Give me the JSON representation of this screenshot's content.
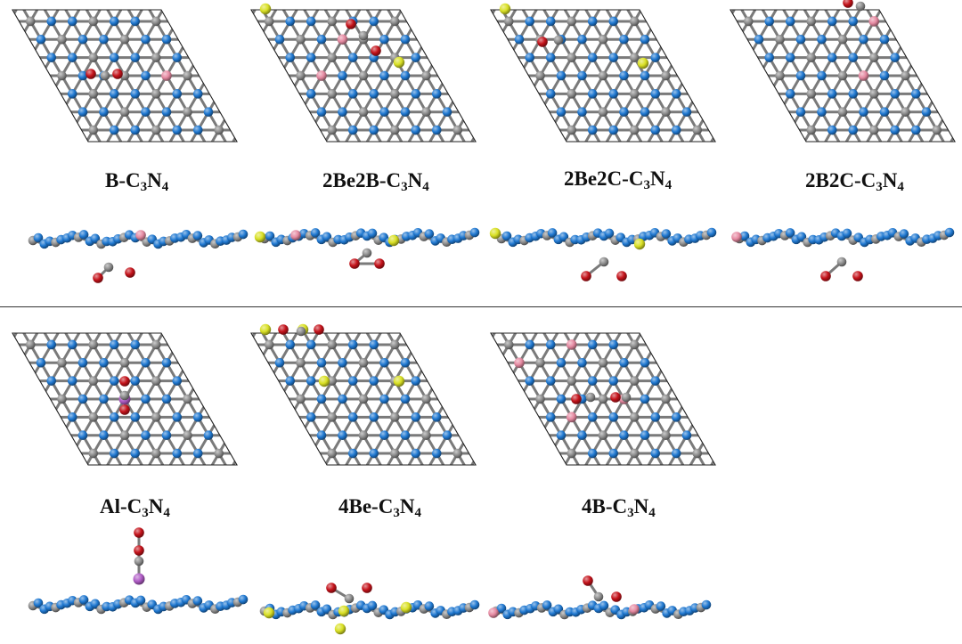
{
  "colors": {
    "nitrogen": "#1f78d1",
    "carbon": "#8c8c8c",
    "boron": "#e68aa2",
    "beryllium": "#d9e024",
    "oxygen": "#c4121a",
    "aluminum": "#b05cc6",
    "cell_outline": "#222222",
    "background": "#ffffff"
  },
  "panels": [
    {
      "id": "b",
      "label": {
        "prefix": "B-C",
        "sub1": "3",
        "mid": "N",
        "sub2": "4"
      },
      "top_view": {
        "dopants": [
          [
            2,
            0,
            "boron"
          ]
        ],
        "extra": [
          [
            "carbon",
            -22,
            0
          ],
          [
            "oxygen",
            -38,
            -2
          ],
          [
            "oxygen",
            -8,
            -2
          ]
        ]
      },
      "side_view": {
        "atoms": [
          [
            "boron",
            6,
            -6
          ],
          [
            "carbon",
            -30,
            30
          ],
          [
            "oxygen",
            -42,
            42
          ],
          [
            "oxygen",
            -6,
            36
          ]
        ]
      }
    },
    {
      "id": "2be2b",
      "label": {
        "prefix": "2Be2B-C",
        "sub1": "3",
        "mid": "N",
        "sub2": "4"
      },
      "top_view": {
        "dopants": [
          [
            0,
            -2,
            "boron"
          ],
          [
            -2,
            0,
            "boron"
          ]
        ],
        "extra": [
          [
            "beryllium",
            -110,
            -75
          ],
          [
            "beryllium",
            40,
            -15
          ],
          [
            "carbon",
            0,
            -45
          ],
          [
            "oxygen",
            -14,
            -58
          ],
          [
            "oxygen",
            14,
            -28
          ]
        ]
      },
      "side_view": {
        "atoms": [
          [
            "boron",
            -80,
            -4
          ],
          [
            "beryllium",
            -120,
            -2
          ],
          [
            "beryllium",
            30,
            2
          ],
          [
            "carbon",
            0,
            16
          ],
          [
            "oxygen",
            -14,
            28
          ],
          [
            "oxygen",
            14,
            28
          ]
        ]
      }
    },
    {
      "id": "2be2c",
      "label": {
        "prefix": "2Be2C-C",
        "sub1": "3",
        "mid": "N",
        "sub2": "4"
      },
      "top_view": {
        "dopants": [],
        "extra": [
          [
            "beryllium",
            -110,
            -75
          ],
          [
            "beryllium",
            45,
            -14
          ],
          [
            "oxygen",
            -68,
            -38
          ],
          [
            "carbon",
            -50,
            -40
          ]
        ]
      },
      "side_view": {
        "atoms": [
          [
            "beryllium",
            -122,
            -6
          ],
          [
            "beryllium",
            40,
            6
          ],
          [
            "carbon",
            0,
            26
          ],
          [
            "oxygen",
            -20,
            42
          ],
          [
            "oxygen",
            20,
            42
          ]
        ]
      }
    },
    {
      "id": "2b2c",
      "label": {
        "prefix": "2B2C-C",
        "sub1": "3",
        "mid": "N",
        "sub2": "4"
      },
      "top_view": {
        "dopants": [
          [
            3,
            -3,
            "boron"
          ],
          [
            1,
            0,
            "boron"
          ]
        ],
        "extra": [
          [
            "oxygen",
            6,
            -82
          ],
          [
            "carbon",
            20,
            -78
          ]
        ]
      },
      "side_view": {
        "atoms": [
          [
            "boron",
            -118,
            -2
          ],
          [
            "carbon",
            0,
            26
          ],
          [
            "oxygen",
            -18,
            42
          ],
          [
            "oxygen",
            18,
            42
          ]
        ]
      }
    },
    {
      "id": "al",
      "label": {
        "prefix": "Al-C",
        "sub1": "3",
        "mid": "N",
        "sub2": "4"
      },
      "top_view": {
        "dopants": [
          [
            0,
            0,
            "aluminum"
          ]
        ],
        "extra": [
          [
            "oxygen",
            0,
            -20
          ],
          [
            "carbon",
            0,
            -4
          ],
          [
            "oxygen",
            0,
            12
          ]
        ]
      },
      "side_view": {
        "atoms": [
          [
            "aluminum",
            4,
            -30
          ],
          [
            "carbon",
            4,
            -50
          ],
          [
            "oxygen",
            4,
            -62
          ],
          [
            "oxygen",
            4,
            -82
          ]
        ]
      }
    },
    {
      "id": "4be",
      "label": {
        "prefix": "4Be-C",
        "sub1": "3",
        "mid": "N",
        "sub2": "4"
      },
      "top_view": {
        "dopants": [],
        "extra": [
          [
            "beryllium",
            -110,
            -78
          ],
          [
            "beryllium",
            -68,
            -78
          ],
          [
            "beryllium",
            -44,
            -20
          ],
          [
            "beryllium",
            40,
            -20
          ],
          [
            "oxygen",
            -90,
            -78
          ],
          [
            "carbon",
            -70,
            -76
          ],
          [
            "oxygen",
            -50,
            -78
          ]
        ]
      },
      "side_view": {
        "atoms": [
          [
            "beryllium",
            -110,
            2
          ],
          [
            "beryllium",
            -26,
            0
          ],
          [
            "beryllium",
            44,
            -4
          ],
          [
            "beryllium",
            -30,
            20
          ],
          [
            "carbon",
            -20,
            -14
          ],
          [
            "oxygen",
            -40,
            -26
          ],
          [
            "oxygen",
            0,
            -26
          ]
        ]
      }
    },
    {
      "id": "4b",
      "label": {
        "prefix": "4B-C",
        "sub1": "3",
        "mid": "N",
        "sub2": "4"
      },
      "top_view": {
        "dopants": [
          [
            -3,
            -2,
            "boron"
          ],
          [
            0,
            -3,
            "boron"
          ],
          [
            -2,
            1,
            "boron"
          ],
          [
            1,
            0,
            "boron"
          ]
        ],
        "extra": [
          [
            "oxygen",
            -30,
            0
          ],
          [
            "carbon",
            -14,
            -2
          ],
          [
            "oxygen",
            14,
            -2
          ],
          [
            "carbon",
            26,
            -2
          ]
        ]
      },
      "side_view": {
        "atoms": [
          [
            "boron",
            -118,
            2
          ],
          [
            "boron",
            40,
            -2
          ],
          [
            "carbon",
            0,
            -16
          ],
          [
            "oxygen",
            -12,
            -34
          ],
          [
            "oxygen",
            20,
            -16
          ]
        ]
      }
    }
  ]
}
